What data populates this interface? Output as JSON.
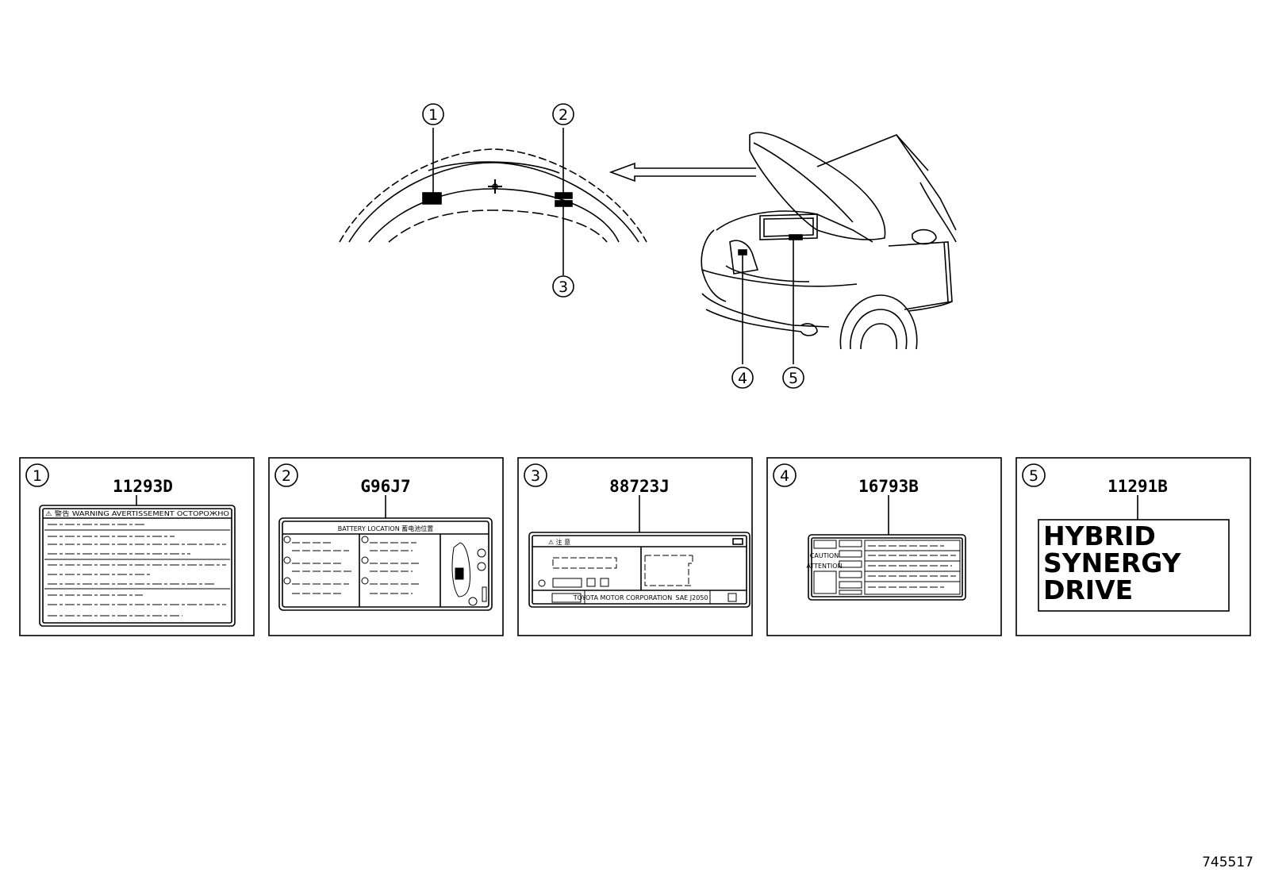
{
  "callouts": {
    "c1": "1",
    "c2": "2",
    "c3": "3",
    "c4": "4",
    "c5": "5"
  },
  "labels": [
    {
      "num": "1",
      "part_no": "11293D"
    },
    {
      "num": "2",
      "part_no": "G96J7"
    },
    {
      "num": "3",
      "part_no": "88723J"
    },
    {
      "num": "4",
      "part_no": "16793B"
    },
    {
      "num": "5",
      "part_no": "11291B"
    }
  ],
  "label_text": {
    "warning_header": "⚠ 警告 WARNING AVERTISSEMENT ОСТОРОЖНО",
    "battery_location": "BATTERY LOCATION 蓄电池位置",
    "caution": "⚠ 注 意",
    "toyota_corp": "TOYOTA MOTOR CORPORATION",
    "sae": "SAE J2050",
    "caution_word": "CAUTION",
    "attention_word": "ATTENTION",
    "hybrid_lines": [
      "HYBRID",
      "SYNERGY",
      "DRIVE"
    ]
  },
  "diagram_ref": "745517"
}
